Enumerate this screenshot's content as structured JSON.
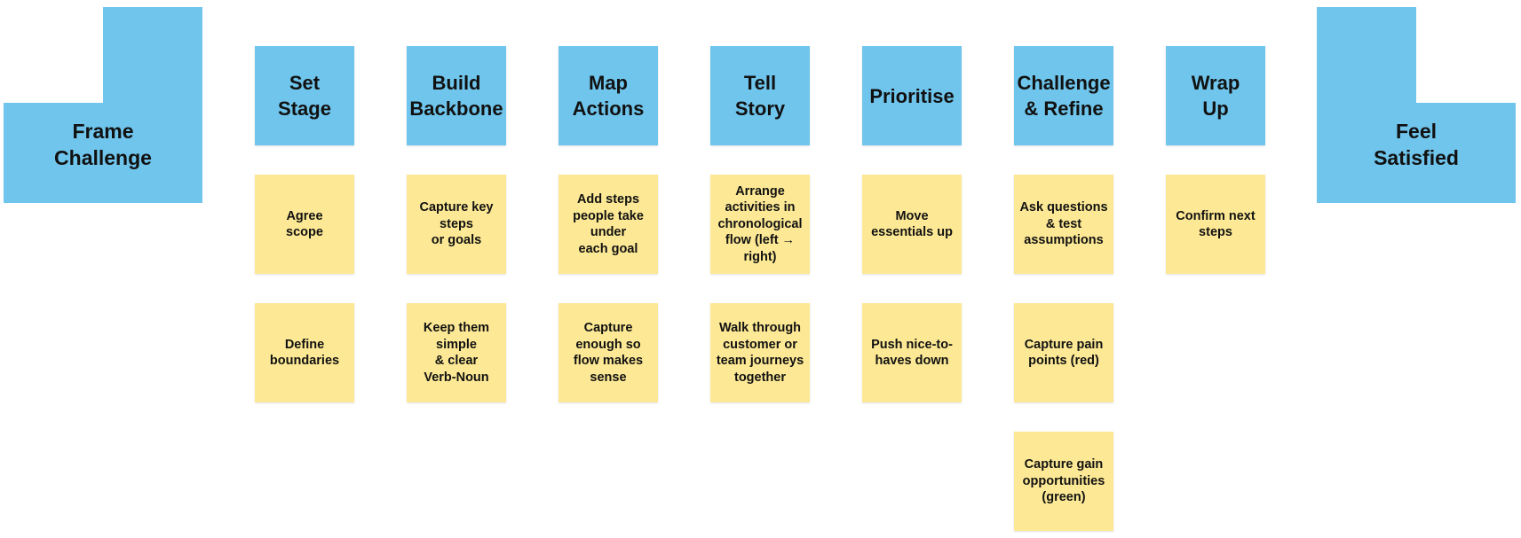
{
  "colors": {
    "header": "#6fc5ec",
    "task": "#fde995",
    "text": "#111111"
  },
  "start": {
    "label": "Frame\nChallenge"
  },
  "end": {
    "label": "Feel\nSatisfied"
  },
  "columns": [
    {
      "header": "Set\nStage",
      "tasks": [
        "Agree\nscope",
        "Define\nboundaries"
      ]
    },
    {
      "header": "Build\nBackbone",
      "tasks": [
        "Capture key\nsteps\nor goals",
        "Keep them\nsimple\n& clear\nVerb-Noun"
      ]
    },
    {
      "header": "Map\nActions",
      "tasks": [
        "Add steps\npeople take\nunder\neach goal",
        "Capture\nenough so\nflow makes\nsense"
      ]
    },
    {
      "header": "Tell\nStory",
      "tasks": [
        "Arrange\nactivities in\nchronological\nflow (left →\nright)",
        "Walk through\ncustomer or\nteam journeys\ntogether"
      ]
    },
    {
      "header": "Prioritise",
      "tasks": [
        "Move\nessentials up",
        "Push nice-to-\nhaves down"
      ]
    },
    {
      "header": "Challenge\n& Refine",
      "tasks": [
        "Ask questions\n& test\nassumptions",
        "Capture pain\npoints (red)",
        "Capture gain\nopportunities\n(green)"
      ]
    },
    {
      "header": "Wrap\nUp",
      "tasks": [
        "Confirm next\nsteps"
      ]
    }
  ]
}
